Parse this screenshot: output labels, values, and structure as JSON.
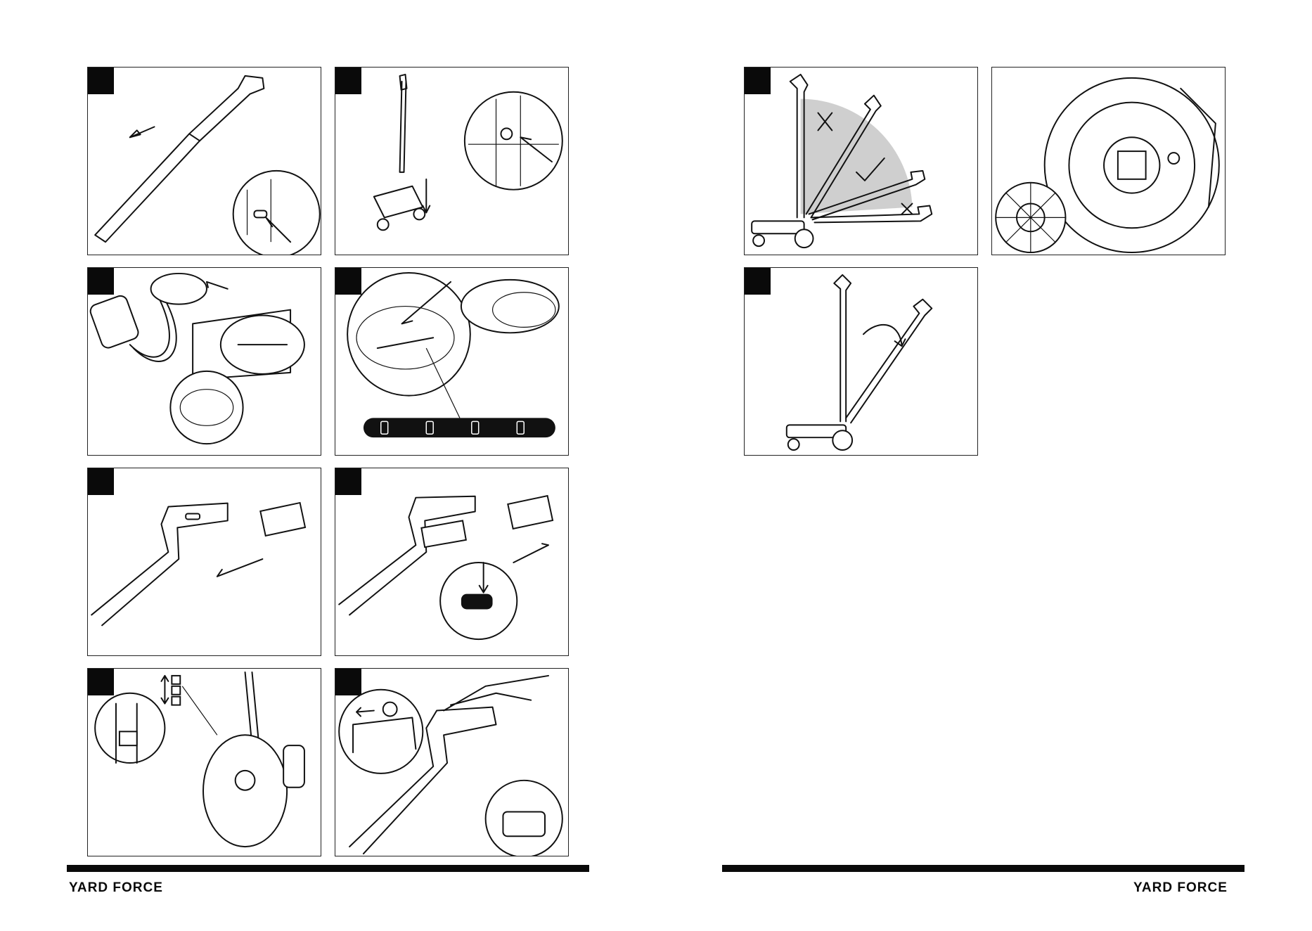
{
  "brand": {
    "left_logo": "YARD FORCE",
    "right_logo": "YARD FORCE"
  },
  "panels": [
    {
      "id": "left-1",
      "content": "handle-extension"
    },
    {
      "id": "left-2",
      "content": "handle-insert"
    },
    {
      "id": "left-3",
      "content": "battery-charger"
    },
    {
      "id": "left-4",
      "content": "battery-level-indicator"
    },
    {
      "id": "left-5",
      "content": "battery-insert"
    },
    {
      "id": "left-6",
      "content": "battery-release"
    },
    {
      "id": "left-7",
      "content": "height-adjust"
    },
    {
      "id": "left-8",
      "content": "start-switch"
    },
    {
      "id": "right-1",
      "content": "handle-angle"
    },
    {
      "id": "right-2",
      "content": "blade-detail"
    },
    {
      "id": "right-3",
      "content": "handle-fold"
    }
  ],
  "colors": {
    "ink": "#111111",
    "bar": "#0a0a0a",
    "shade": "#cfcfcf"
  }
}
